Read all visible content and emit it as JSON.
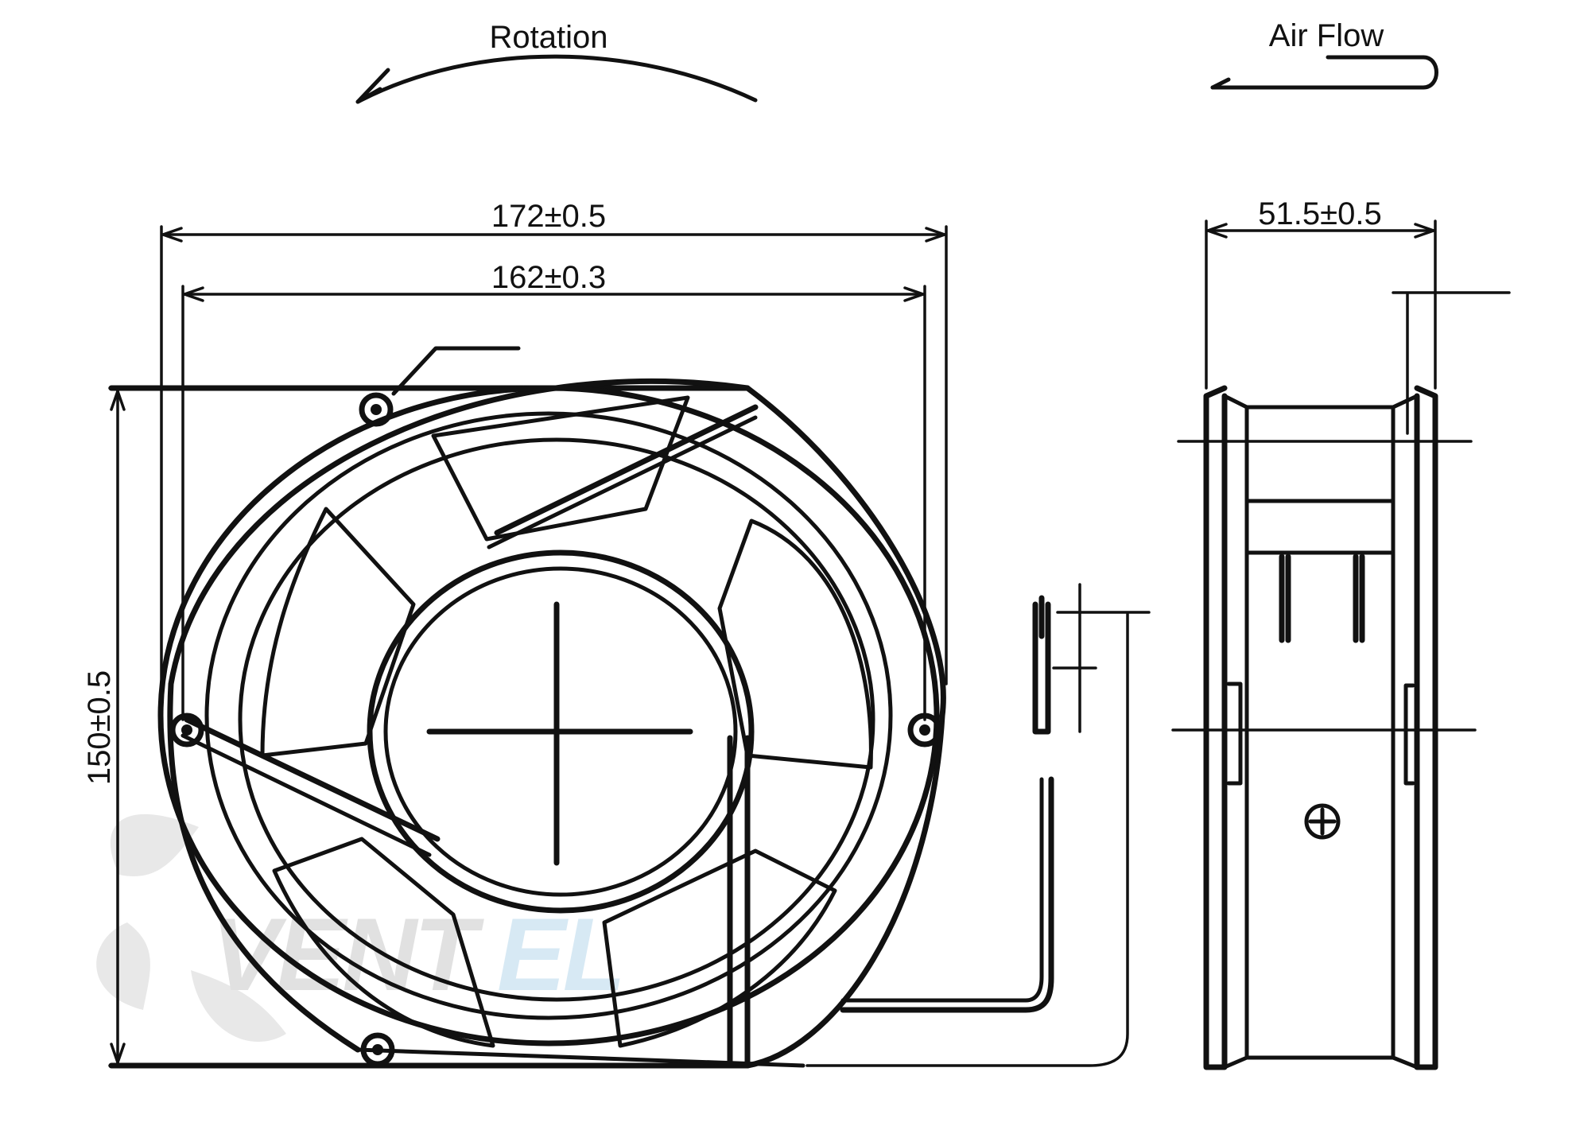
{
  "labels": {
    "rotation": "Rotation",
    "air_flow": "Air Flow",
    "width_outer": "172±0.5",
    "width_mount": "162±0.3",
    "height": "150±0.5",
    "depth": "51.5±0.5"
  },
  "watermark": {
    "text_dark": "VENT",
    "text_accent": "EL",
    "icon": "fan-blade-watermark-icon"
  },
  "colors": {
    "line": "#111111",
    "watermark_dark": "#c9c9c9",
    "watermark_accent": "#b8d8ec"
  }
}
